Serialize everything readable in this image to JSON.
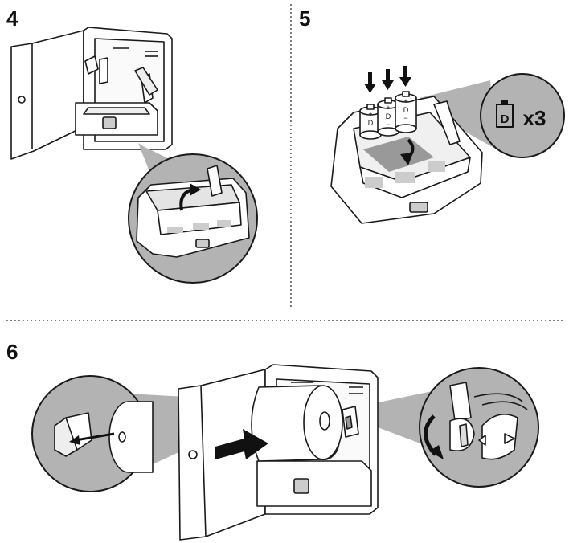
{
  "steps": [
    {
      "number": "4"
    },
    {
      "number": "5"
    },
    {
      "number": "6"
    }
  ],
  "battery": {
    "cell_label": "D",
    "type_label": "D",
    "count_label": "x3",
    "polarity_plus": "+",
    "polarity_minus": "−"
  },
  "colors": {
    "line": "#1a1a1a",
    "callout_gray": "#b3b3b3",
    "panel_gray": "#d6d6d6",
    "arrow": "#111111",
    "separator": "#555555"
  }
}
